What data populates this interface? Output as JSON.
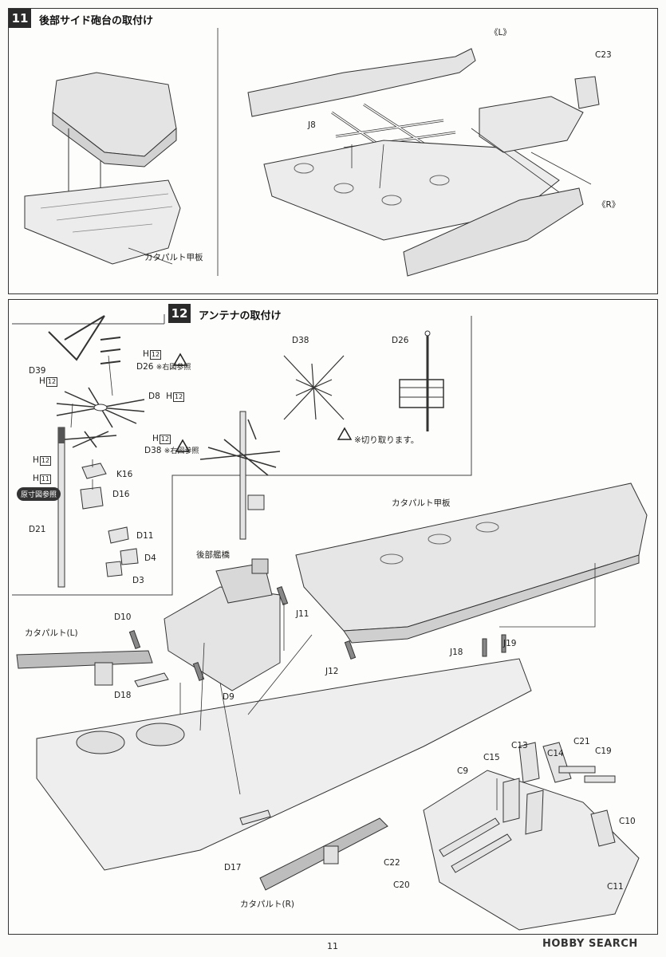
{
  "step11": {
    "number": "11",
    "title": "後部サイド砲台の取付け",
    "labels": {
      "left_side": "《L》",
      "right_side": "《R》",
      "c23": "C23",
      "j8": "J8",
      "catapult_deck": "カタパルト甲板"
    }
  },
  "step12": {
    "number": "12",
    "title": "アンテナの取付け",
    "inset_labels": {
      "d39": "D39",
      "h12_a": "H",
      "h12_a_num": "12",
      "d26": "D26",
      "d26_note": "※右図参照",
      "h12_b": "H",
      "h12_b_num": "12",
      "d8": "D8",
      "h12_c": "H",
      "h12_c_num": "12",
      "h12_d": "H",
      "h12_d_num": "12",
      "d38": "D38",
      "d38_note": "※右図参照",
      "h12_e": "H",
      "h12_e_num": "12",
      "k16": "K16",
      "h11": "H",
      "h11_num": "11",
      "fullsize_badge": "原寸図参照",
      "d16": "D16",
      "d21": "D21",
      "d11": "D11",
      "d4": "D4",
      "d3": "D3"
    },
    "detail_labels": {
      "d38": "D38",
      "d26": "D26",
      "cut_note": "※切り取ります。"
    },
    "main_labels": {
      "catapult_deck": "カタパルト甲板",
      "rear_bridge": "後部艦橋",
      "j11": "J11",
      "d10": "D10",
      "catapult_l": "カタパルト(L)",
      "j12": "J12",
      "j18": "J18",
      "j19": "J19",
      "d18": "D18",
      "d9": "D9",
      "d17": "D17",
      "catapult_r": "カタパルト(R)"
    },
    "parts_labels": {
      "c13": "C13",
      "c14": "C14",
      "c21": "C21",
      "c19": "C19",
      "c9": "C9",
      "c15": "C15",
      "c10": "C10",
      "c22": "C22",
      "c20": "C20",
      "c11": "C11"
    }
  },
  "footer": {
    "page_number": "11",
    "brand": "HOBBY SEARCH"
  },
  "colors": {
    "part_fill": "#e4e4e4",
    "line": "#333333",
    "step_badge": "#2a2a2a"
  }
}
